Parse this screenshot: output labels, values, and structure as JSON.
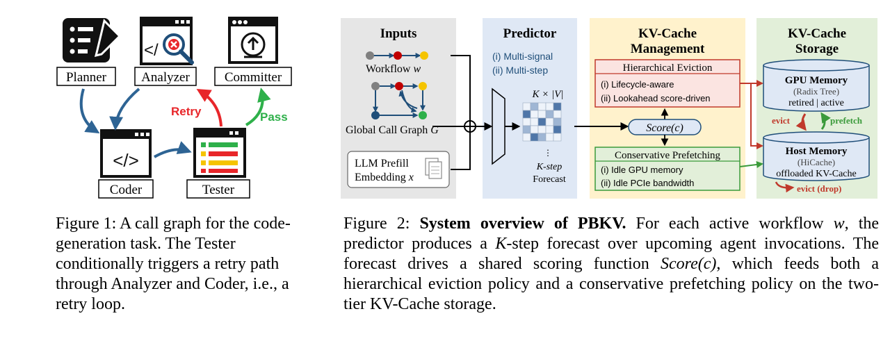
{
  "figure1": {
    "nodes": {
      "planner": "Planner",
      "analyzer": "Analyzer",
      "committer": "Committer",
      "coder": "Coder",
      "tester": "Tester"
    },
    "edges": {
      "retry": "Retry",
      "pass": "Pass"
    },
    "icons": {
      "planner": "checklist-pencil-icon",
      "analyzer": "code-window-magnifier-x-icon",
      "committer": "upload-window-icon",
      "coder": "code-window-icon",
      "tester": "test-results-window-icon"
    },
    "caption": {
      "label": "Figure 1:",
      "text": "A call graph for the code-generation task. The Tester conditionally triggers a retry path through Analyzer and Coder, i.e., a retry loop."
    },
    "colors": {
      "flow_arrow": "#2e6494",
      "retry": "#e8262a",
      "pass": "#2eb04a"
    }
  },
  "figure2": {
    "inputs": {
      "title": "Inputs",
      "workflow_label": "Workflow",
      "workflow_var": "w",
      "call_graph_label": "Global Call Graph",
      "call_graph_var": "G",
      "llm_line1": "LLM Prefill",
      "llm_line2": "Embedding",
      "llm_var": "x"
    },
    "predictor": {
      "title": "Predictor",
      "signal1": "(i)  Multi-signal",
      "signal2": "(ii) Multi-step",
      "matrix_label": "K × |V|",
      "kstep_label": "K-step",
      "forecast_label": "Forecast"
    },
    "management": {
      "title_line1": "KV-Cache",
      "title_line2": "Management",
      "eviction_title": "Hierarchical Eviction",
      "eviction_1": "(i)  Lifecycle-aware",
      "eviction_2": "(ii) Lookahead score-driven",
      "score": "Score(c)",
      "prefetch_title": "Conservative Prefetching",
      "prefetch_1": "(i)  Idle GPU memory",
      "prefetch_2": "(ii) Idle PCIe bandwidth"
    },
    "storage": {
      "title_line1": "KV-Cache",
      "title_line2": "Storage",
      "gpu_title": "GPU Memory",
      "gpu_sub": "(Radix Tree)",
      "gpu_state": "retired | active",
      "evict": "evict",
      "prefetch": "prefetch",
      "host_title": "Host Memory",
      "host_sub": "(HiCache)",
      "host_state": "offloaded KV-Cache",
      "evict_drop": "evict (drop)"
    },
    "caption": {
      "label": "Figure 2:",
      "bold": "System overview of PBKV.",
      "text_a": "For each active workflow",
      "var_w": "w",
      "text_b": ", the predictor produces a",
      "var_k": "K",
      "text_c": "-step forecast over upcoming agent invocations. The forecast drives a shared scoring function",
      "var_score": "Score(c)",
      "text_d": ", which feeds both a hierarchical eviction policy and a conservative prefetching policy on the two-tier KV-Cache storage."
    },
    "colors": {
      "inputs_bg": "#e6e6e6",
      "predictor_bg": "#dfe8f5",
      "management_bg": "#fff2cc",
      "storage_bg": "#e2efd9",
      "eviction_red": "#c0392b",
      "prefetch_green": "#3a9a3a",
      "node_gray": "#808080",
      "node_red": "#c00000",
      "node_yellow": "#f5c400",
      "node_green": "#2eb04a",
      "node_blue": "#1f4e79"
    }
  }
}
